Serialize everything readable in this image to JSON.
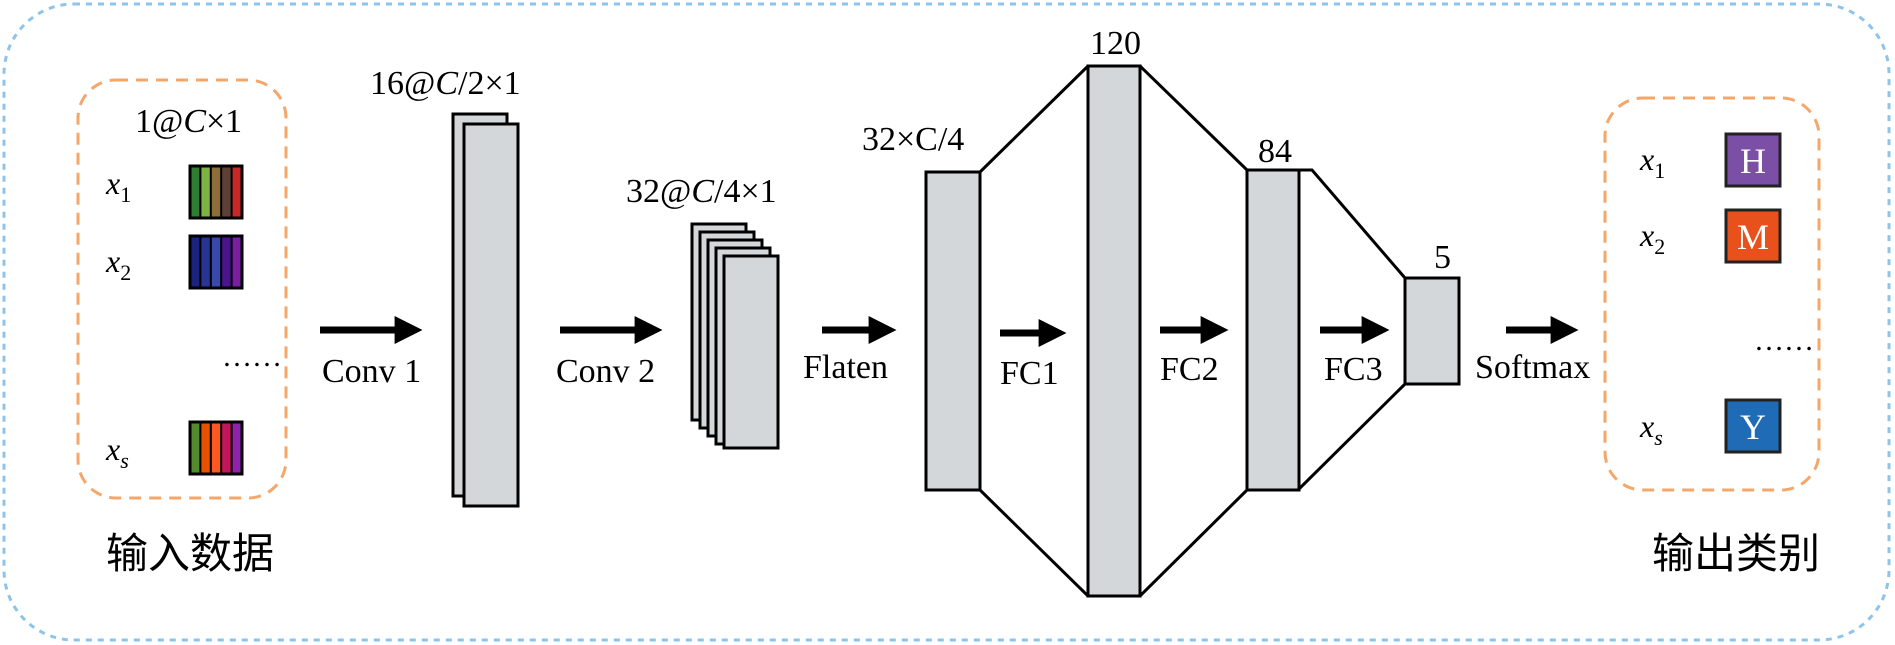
{
  "input": {
    "title": "输入数据",
    "shape_label_prefix": "1@",
    "shape_label_var": "C",
    "shape_label_suffix": "×1",
    "rows": [
      {
        "var": "x",
        "sub": "1",
        "colors": [
          "#2e7d32",
          "#7cb342",
          "#8d6e3a",
          "#5d4037",
          "#c62828"
        ]
      },
      {
        "var": "x",
        "sub": "2",
        "colors": [
          "#1a237e",
          "#283593",
          "#3949ab",
          "#4a148c",
          "#7b1fa2"
        ]
      },
      {
        "var": "x",
        "sub": "s",
        "colors": [
          "#558b2f",
          "#e65100",
          "#ff5722",
          "#c2185b",
          "#8e24aa"
        ]
      }
    ],
    "ellipsis": "……"
  },
  "stages": {
    "conv1": {
      "label": "Conv 1",
      "shape_prefix": "16@",
      "shape_var": "C",
      "shape_suffix": "/2×1"
    },
    "conv2": {
      "label": "Conv 2",
      "shape_prefix": "32@",
      "shape_var": "C",
      "shape_suffix": "/4×1"
    },
    "flatten": {
      "label": "Flaten",
      "shape": "32×C/4"
    },
    "fc1": {
      "label": "FC1",
      "size": "120"
    },
    "fc2": {
      "label": "FC2",
      "size": "84"
    },
    "fc3": {
      "label": "FC3",
      "size": "5"
    },
    "softmax": {
      "label": "Softmax"
    }
  },
  "output": {
    "title": "输出类别",
    "rows": [
      {
        "var": "x",
        "sub": "1",
        "letter": "H",
        "color": "#7b4fa6"
      },
      {
        "var": "x",
        "sub": "2",
        "letter": "M",
        "color": "#e8501c"
      },
      {
        "var": "x",
        "sub": "s",
        "letter": "Y",
        "color": "#1f6bb5"
      }
    ],
    "ellipsis": "……"
  },
  "colors": {
    "outer_border": "#8ec4ea",
    "group_border": "#f4a76b",
    "layer_fill": "#d4d7da"
  }
}
